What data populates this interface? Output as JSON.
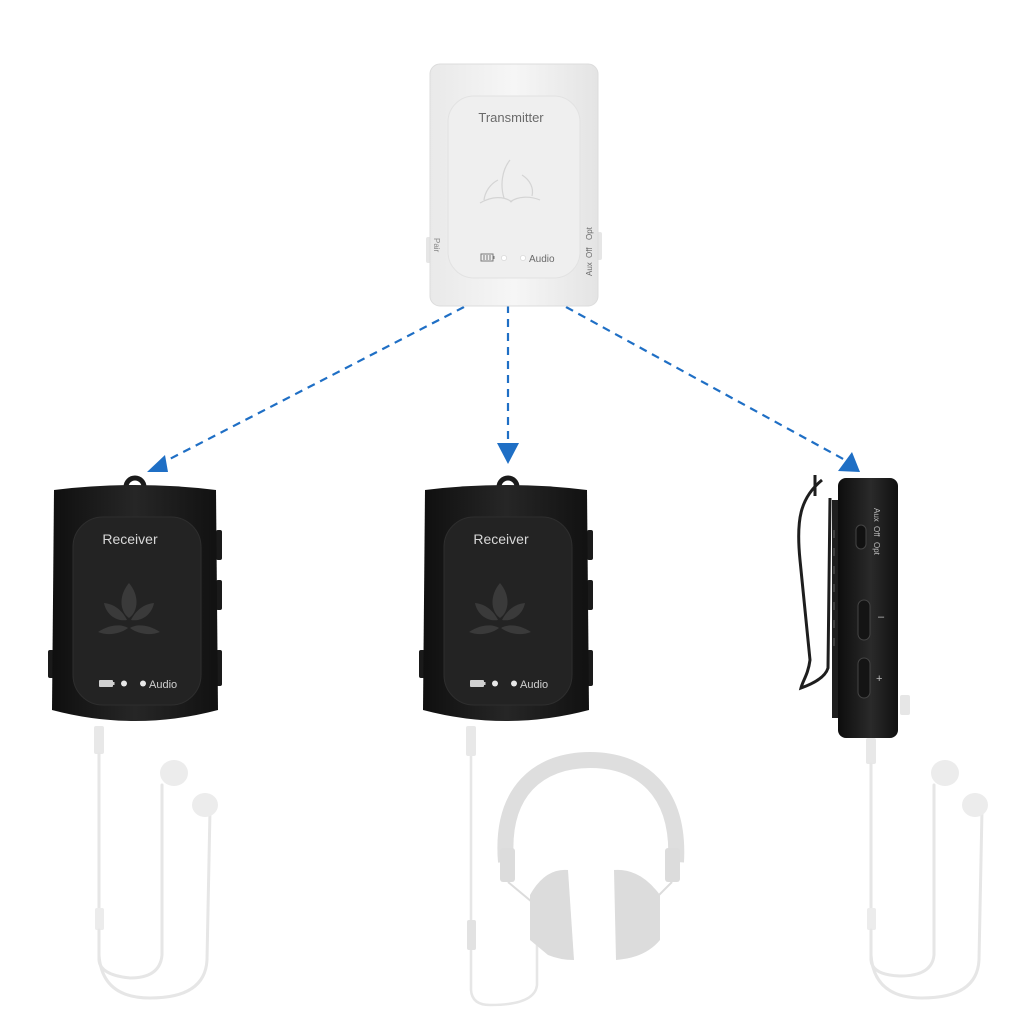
{
  "diagram": {
    "type": "wireless-audio-connection",
    "colors": {
      "background": "#ffffff",
      "arrow": "#1f6fc5",
      "transmitter_body": "#f2f2f2",
      "receiver_body": "#1c1c1c",
      "accessory": "#e2e2e2"
    },
    "transmitter": {
      "label": "Transmitter",
      "side_left_label": "Pair",
      "side_right_labels": [
        "Aux",
        "Off",
        "Opt"
      ],
      "status_label": "Audio",
      "battery_icon": "battery-icon",
      "logo_icon": "lotus-logo-icon"
    },
    "receivers": [
      {
        "label": "Receiver",
        "status_label": "Audio",
        "logo_icon": "lotus-logo-icon",
        "battery_icon": "battery-icon",
        "accessory": "earphones"
      },
      {
        "label": "Receiver",
        "status_label": "Audio",
        "logo_icon": "lotus-logo-icon",
        "battery_icon": "battery-icon",
        "accessory": "headphones"
      },
      {
        "label": "",
        "view": "side-with-clip",
        "switch_labels": [
          "Aux",
          "Off",
          "Opt"
        ],
        "button_minus": "–",
        "button_plus": "+",
        "accessory": "earphones"
      }
    ],
    "connections": [
      {
        "from": "transmitter",
        "to": "receiver-1",
        "style": "dashed-arrow"
      },
      {
        "from": "transmitter",
        "to": "receiver-2",
        "style": "dashed-arrow"
      },
      {
        "from": "transmitter",
        "to": "receiver-3",
        "style": "dashed-arrow"
      }
    ]
  }
}
